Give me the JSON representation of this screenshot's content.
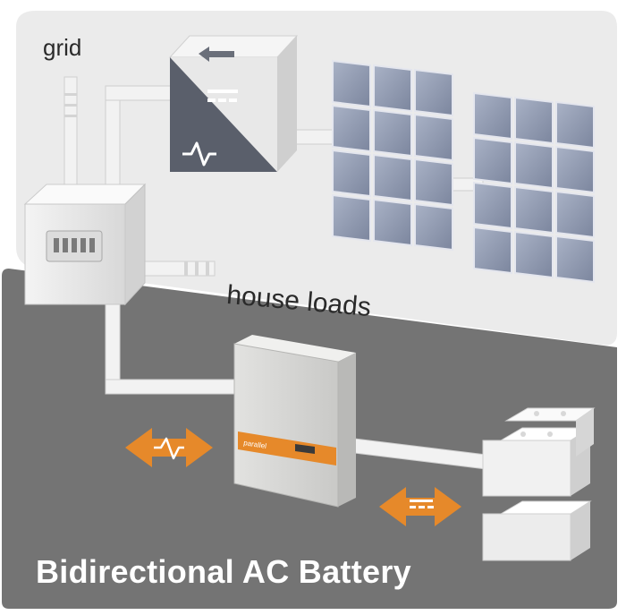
{
  "labels": {
    "grid": "grid",
    "house_loads": "house loads",
    "title": "Bidirectional AC Battery",
    "battery_brand": "parallel"
  },
  "colors": {
    "top_panel": "#ebebeb",
    "bottom_panel": "#747474",
    "orange_arrow": "#e6892a",
    "inverter_dark": "#5a5f6b",
    "solar_cell": "#8d97ad"
  },
  "icons": {
    "inverter_arrow": "arrow-left-icon",
    "dc": "dc-symbol-icon",
    "ac": "ac-wave-icon"
  }
}
